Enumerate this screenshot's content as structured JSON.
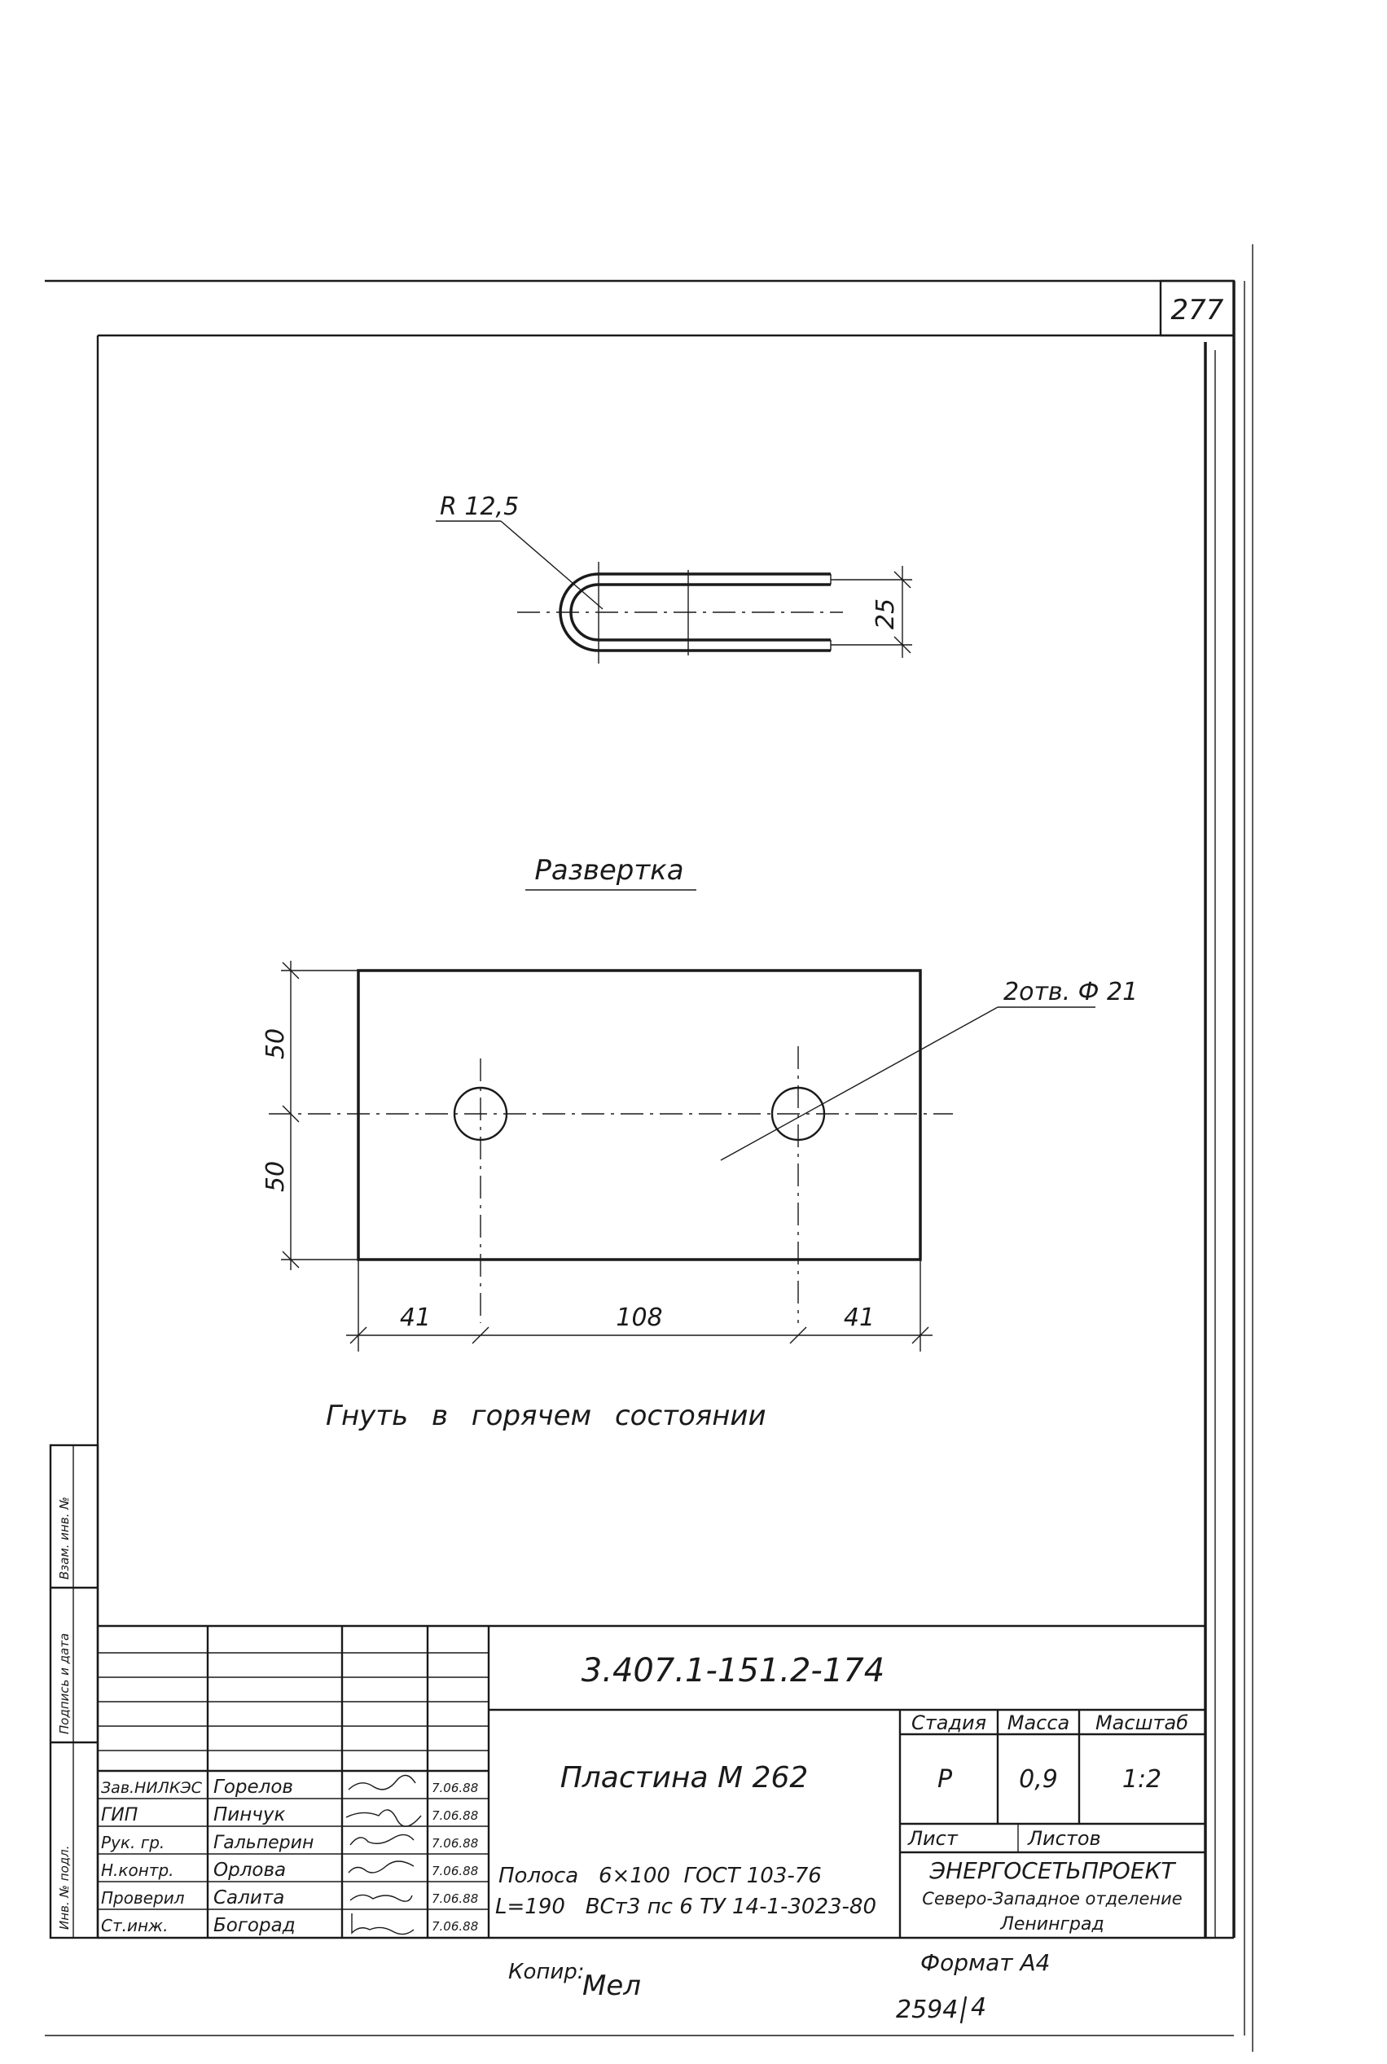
{
  "sheet": {
    "sheet_number": "277",
    "bottom_number": "2594",
    "bottom_suffix": "4"
  },
  "bend_view": {
    "radius_label": "R 12,5",
    "height_dim": "25"
  },
  "development": {
    "title": "Развертка",
    "holes_label": "2отв. Ф 21",
    "dim_top": "50",
    "dim_bottom": "50",
    "dim_left": "41",
    "dim_middle": "108",
    "dim_right": "41"
  },
  "note": "Гнуть в горячем состоянии",
  "title_block": {
    "doc_code": "3.407.1-151.2-174",
    "item_name": "Пластина М 262",
    "material_line1": "Полоса   6×100  ГОСТ 103-76",
    "material_line2": "L=190   ВСт3 пс 6 ТУ 14-1-3023-80",
    "stage_header": "Стадия",
    "mass_header": "Масса",
    "scale_header": "Масштаб",
    "stage": "Р",
    "mass": "0,9",
    "scale": "1:2",
    "sheet_label": "Лист",
    "sheets_label": "Листов",
    "org_name": "ЭНЕРГОСЕТЬПРОЕКТ",
    "org_branch": "Северо-Западное отделение",
    "org_city": "Ленинград",
    "staff": [
      {
        "role": "Зав.НИЛКЭС",
        "name": "Горелов",
        "date": "7.06.88"
      },
      {
        "role": "ГИП",
        "name": "Пинчук",
        "date": "7.06.88"
      },
      {
        "role": "Рук. гр.",
        "name": "Гальперин",
        "date": "7.06.88"
      },
      {
        "role": "Н.контр.",
        "name": "Орлова",
        "date": "7.06.88"
      },
      {
        "role": "Проверил",
        "name": "Салита",
        "date": "7.06.88"
      },
      {
        "role": "Ст.инж.",
        "name": "Богорад",
        "date": "7.06.88"
      }
    ]
  },
  "footer": {
    "copy_label": "Копир:",
    "copy_sign": "Мел",
    "format_label": "Формат А4"
  },
  "side_stamp": {
    "line1": "Инв. № подл.",
    "line2": "Подпись и дата",
    "line3": "Взам. инв. №"
  }
}
